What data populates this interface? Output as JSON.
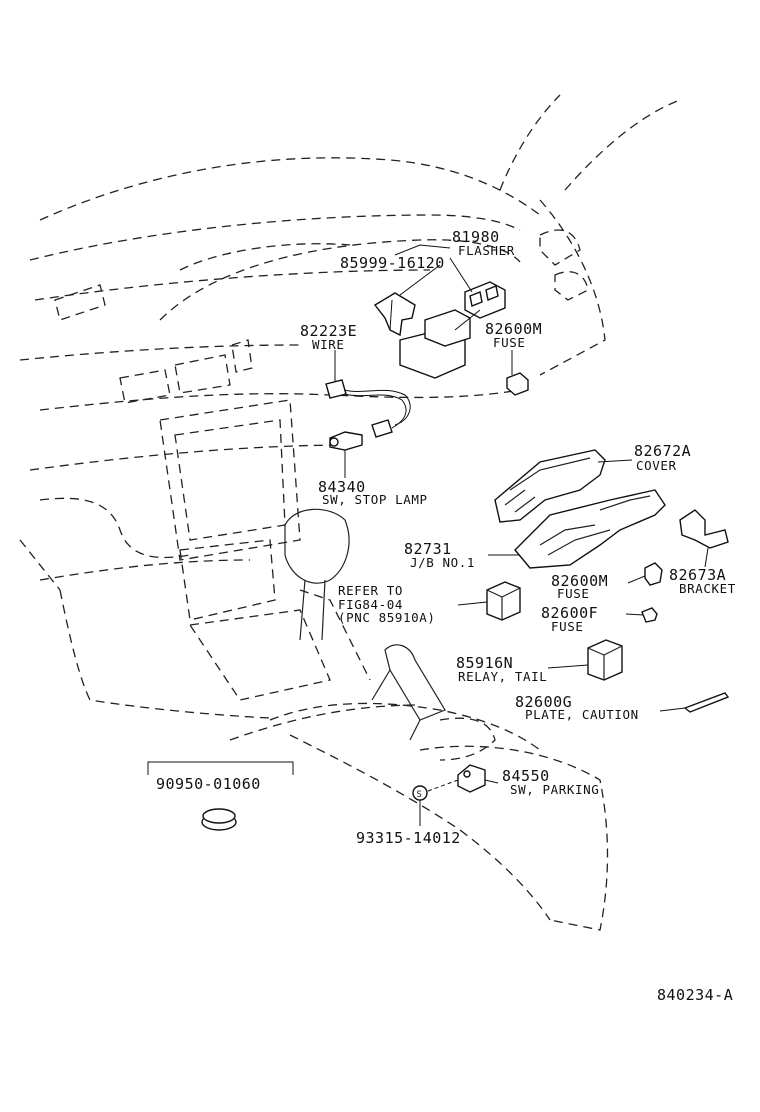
{
  "diagram_id": "840234-A",
  "parts": [
    {
      "number": "81980",
      "name": "FLASHER"
    },
    {
      "number": "85999-16120",
      "name": ""
    },
    {
      "number": "82223E",
      "name": "WIRE"
    },
    {
      "number": "82600M",
      "name": "FUSE"
    },
    {
      "number": "82672A",
      "name": "COVER"
    },
    {
      "number": "84340",
      "name": "SW, STOP LAMP"
    },
    {
      "number": "82731",
      "name": "J/B NO.1"
    },
    {
      "number": "82600M",
      "name": "FUSE"
    },
    {
      "number": "82673A",
      "name": "BRACKET"
    },
    {
      "number": "82600F",
      "name": "FUSE"
    },
    {
      "number": "85916N",
      "name": "RELAY, TAIL"
    },
    {
      "number": "82600G",
      "name": "PLATE, CAUTION"
    },
    {
      "number": "84550",
      "name": "SW, PARKING"
    },
    {
      "number": "90950-01060",
      "name": ""
    },
    {
      "number": "93315-14012",
      "name": ""
    }
  ],
  "refer": {
    "line1": "REFER TO",
    "line2": "FIG84-04",
    "line3": "(PNC 85910A)"
  }
}
